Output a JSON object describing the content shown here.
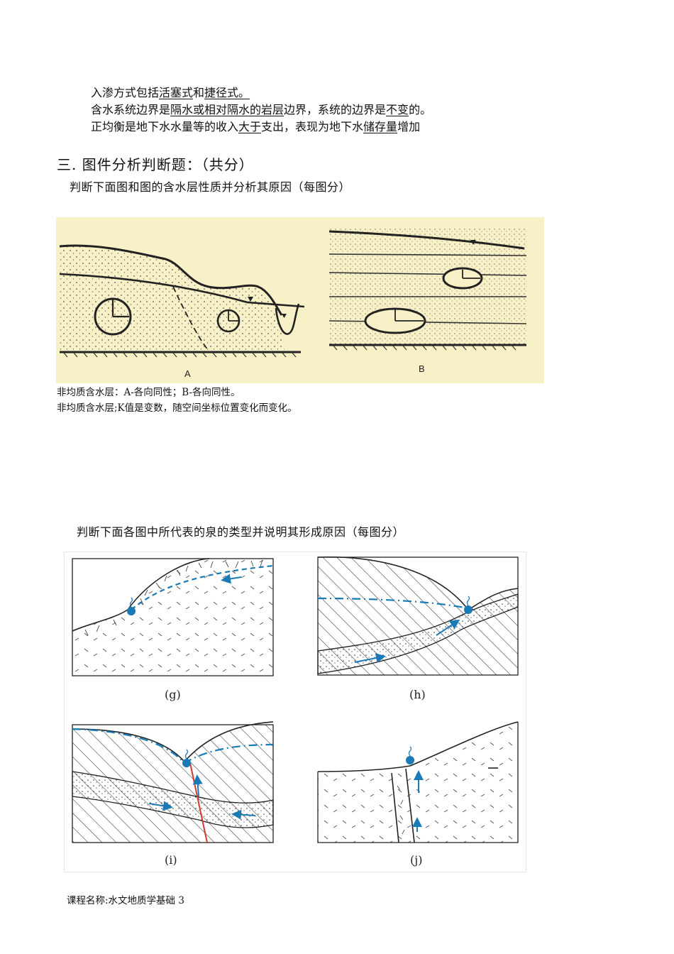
{
  "text": {
    "line1": {
      "a": "入渗方式包括",
      "b": "活塞式",
      "c": "和",
      "d": "捷径式。"
    },
    "line2": {
      "a": "含水系统边界是",
      "b": "隔水或相对隔水的岩层",
      "c": "边界，系统的边界是",
      "d": "不变",
      "e": "的。"
    },
    "line3": {
      "a": "正均衡是地下水水量等的收入",
      "b": "大于",
      "c": "支出，表现为地下水",
      "d": "储存量",
      "e": "增加"
    },
    "section_title": "三. 图件分析判断题：（共分）",
    "question1": "判断下面图和图的含水层性质并分析其原因（每图分）",
    "answer1": "非均质含水层：A-各向同性；B-各向同性。",
    "answer2": "非均质含水层;K值是变数，随空间坐标位置变化而变化。",
    "question2": "判断下面各图中所代表的泉的类型并说明其形成原因（每图分）",
    "footer": "课程名称:水文地质学基础 3"
  },
  "figure1": {
    "label_a": "A",
    "label_b": "B",
    "background": "#f8f1c8"
  },
  "figure2": {
    "captions": [
      "(g)",
      "(h)",
      "(i)",
      "(j)"
    ],
    "water_color": "#1a7ab5",
    "fault_color": "#d33a2e"
  }
}
